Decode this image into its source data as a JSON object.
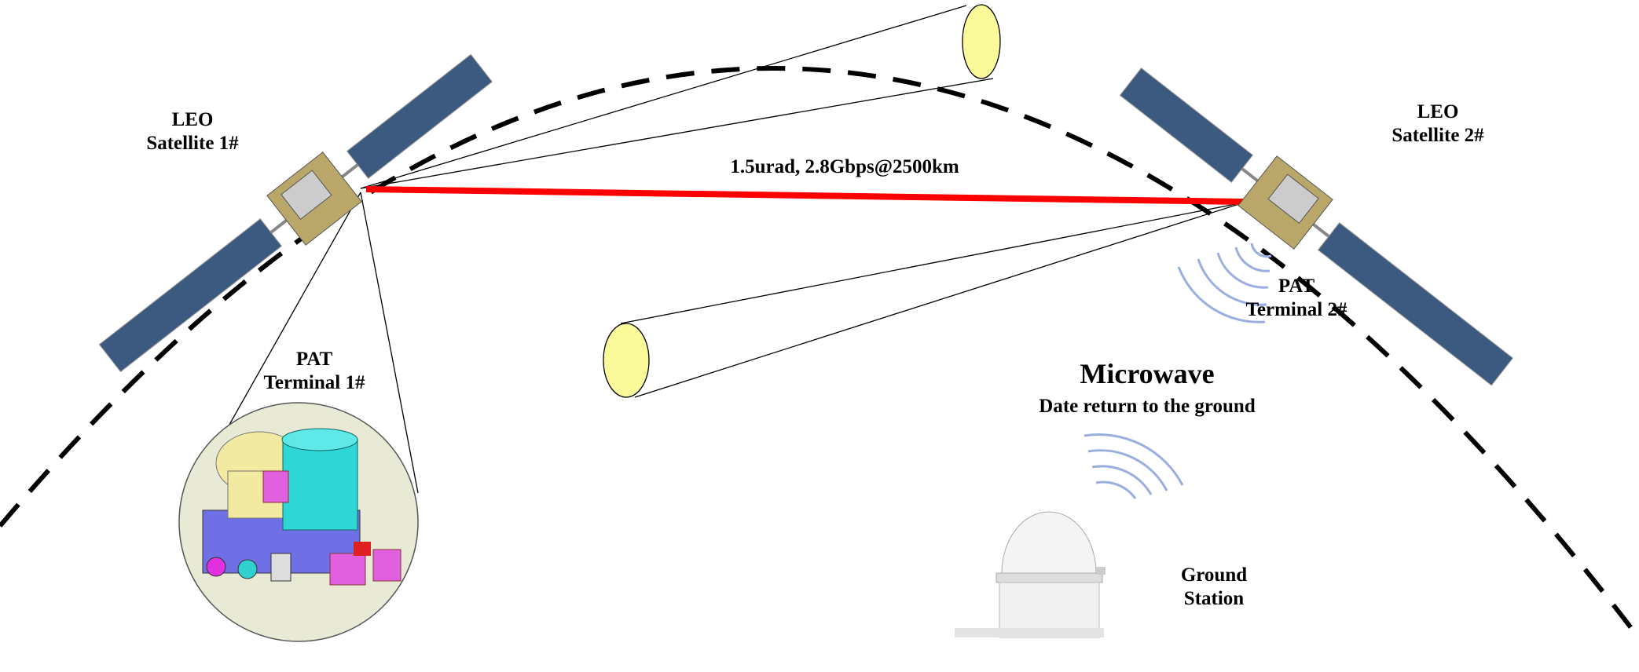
{
  "labels": {
    "sat1": [
      "LEO",
      "Satellite 1#"
    ],
    "sat2": [
      "LEO",
      "Satellite 2#"
    ],
    "pat1": [
      "PAT",
      "Terminal 1#"
    ],
    "pat2": [
      "PAT",
      "Terminal 2#"
    ],
    "link": "1.5urad, 2.8Gbps@2500km",
    "microwave_title": "Microwave",
    "microwave_sub": "Date return to the ground",
    "ground": [
      "Ground",
      "Station"
    ]
  },
  "colors": {
    "laser": "#ff0000",
    "beam_cap": "#fafa9a",
    "wave": "#9aaee0",
    "orbit": "#000000"
  }
}
